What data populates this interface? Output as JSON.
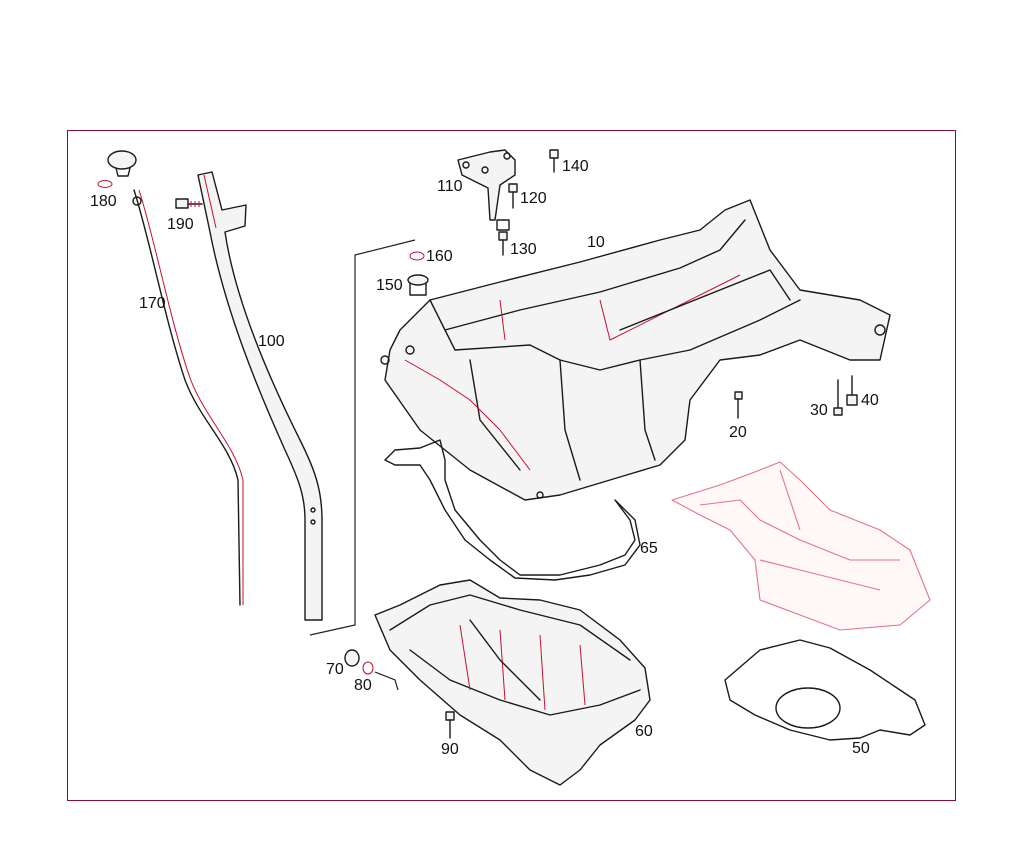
{
  "labels": {
    "l10": "10",
    "l20": "20",
    "l30": "30",
    "l40": "40",
    "l50": "50",
    "l60": "60",
    "l65": "65",
    "l70": "70",
    "l80": "80",
    "l90": "90",
    "l100": "100",
    "l110": "110",
    "l120": "120",
    "l130": "130",
    "l140": "140",
    "l150": "150",
    "l160": "160",
    "l170": "170",
    "l180": "180",
    "l190": "190"
  },
  "colors": {
    "frame": "#8a0f2e",
    "line_art": "#1a1a1a",
    "highlight": "#c8102e",
    "ghost_part": "#e07788"
  }
}
